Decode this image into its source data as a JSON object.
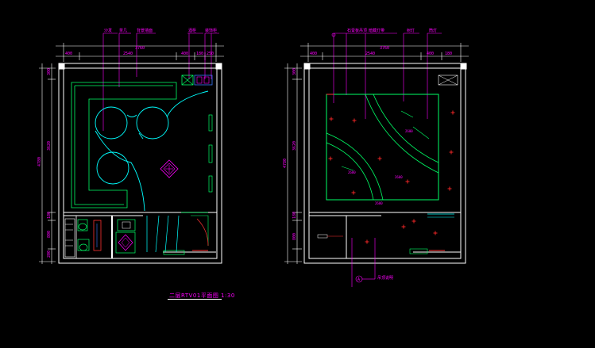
{
  "drawing": {
    "caption": "二层RTV01平面图  1:30",
    "left_plan": {
      "top_tags": [
        "沙发",
        "茶几",
        "背景墙面",
        "酒柜",
        "装饰柜"
      ],
      "top_dims": [
        "400",
        "2540",
        "400",
        "180",
        "250"
      ],
      "top_total": "3760",
      "left_dims": [
        "300",
        "3620",
        "180",
        "800",
        "200"
      ],
      "left_total": "4780"
    },
    "right_plan": {
      "top_tags": [
        "石膏板吊顶",
        "暗藏灯带",
        "射灯",
        "筒灯"
      ],
      "top_dims": [
        "400",
        "2540",
        "400",
        "180"
      ],
      "top_total": "3760",
      "left_dims": [
        "300",
        "3620",
        "180",
        "800"
      ],
      "left_total": "4780",
      "bottom_tags": [
        "A",
        "吊顶说明"
      ],
      "ceiling_labels": [
        "2600",
        "2600",
        "2600",
        "2600"
      ]
    }
  },
  "colors": {
    "background": "#000000",
    "wall": "#ffffff",
    "furniture": "#00ff66",
    "circles": "#00ffff",
    "annotation": "#ff00ff",
    "lamp": "#ff2a2a",
    "door": "#ff3333",
    "blue_detail": "#3a7bff"
  }
}
